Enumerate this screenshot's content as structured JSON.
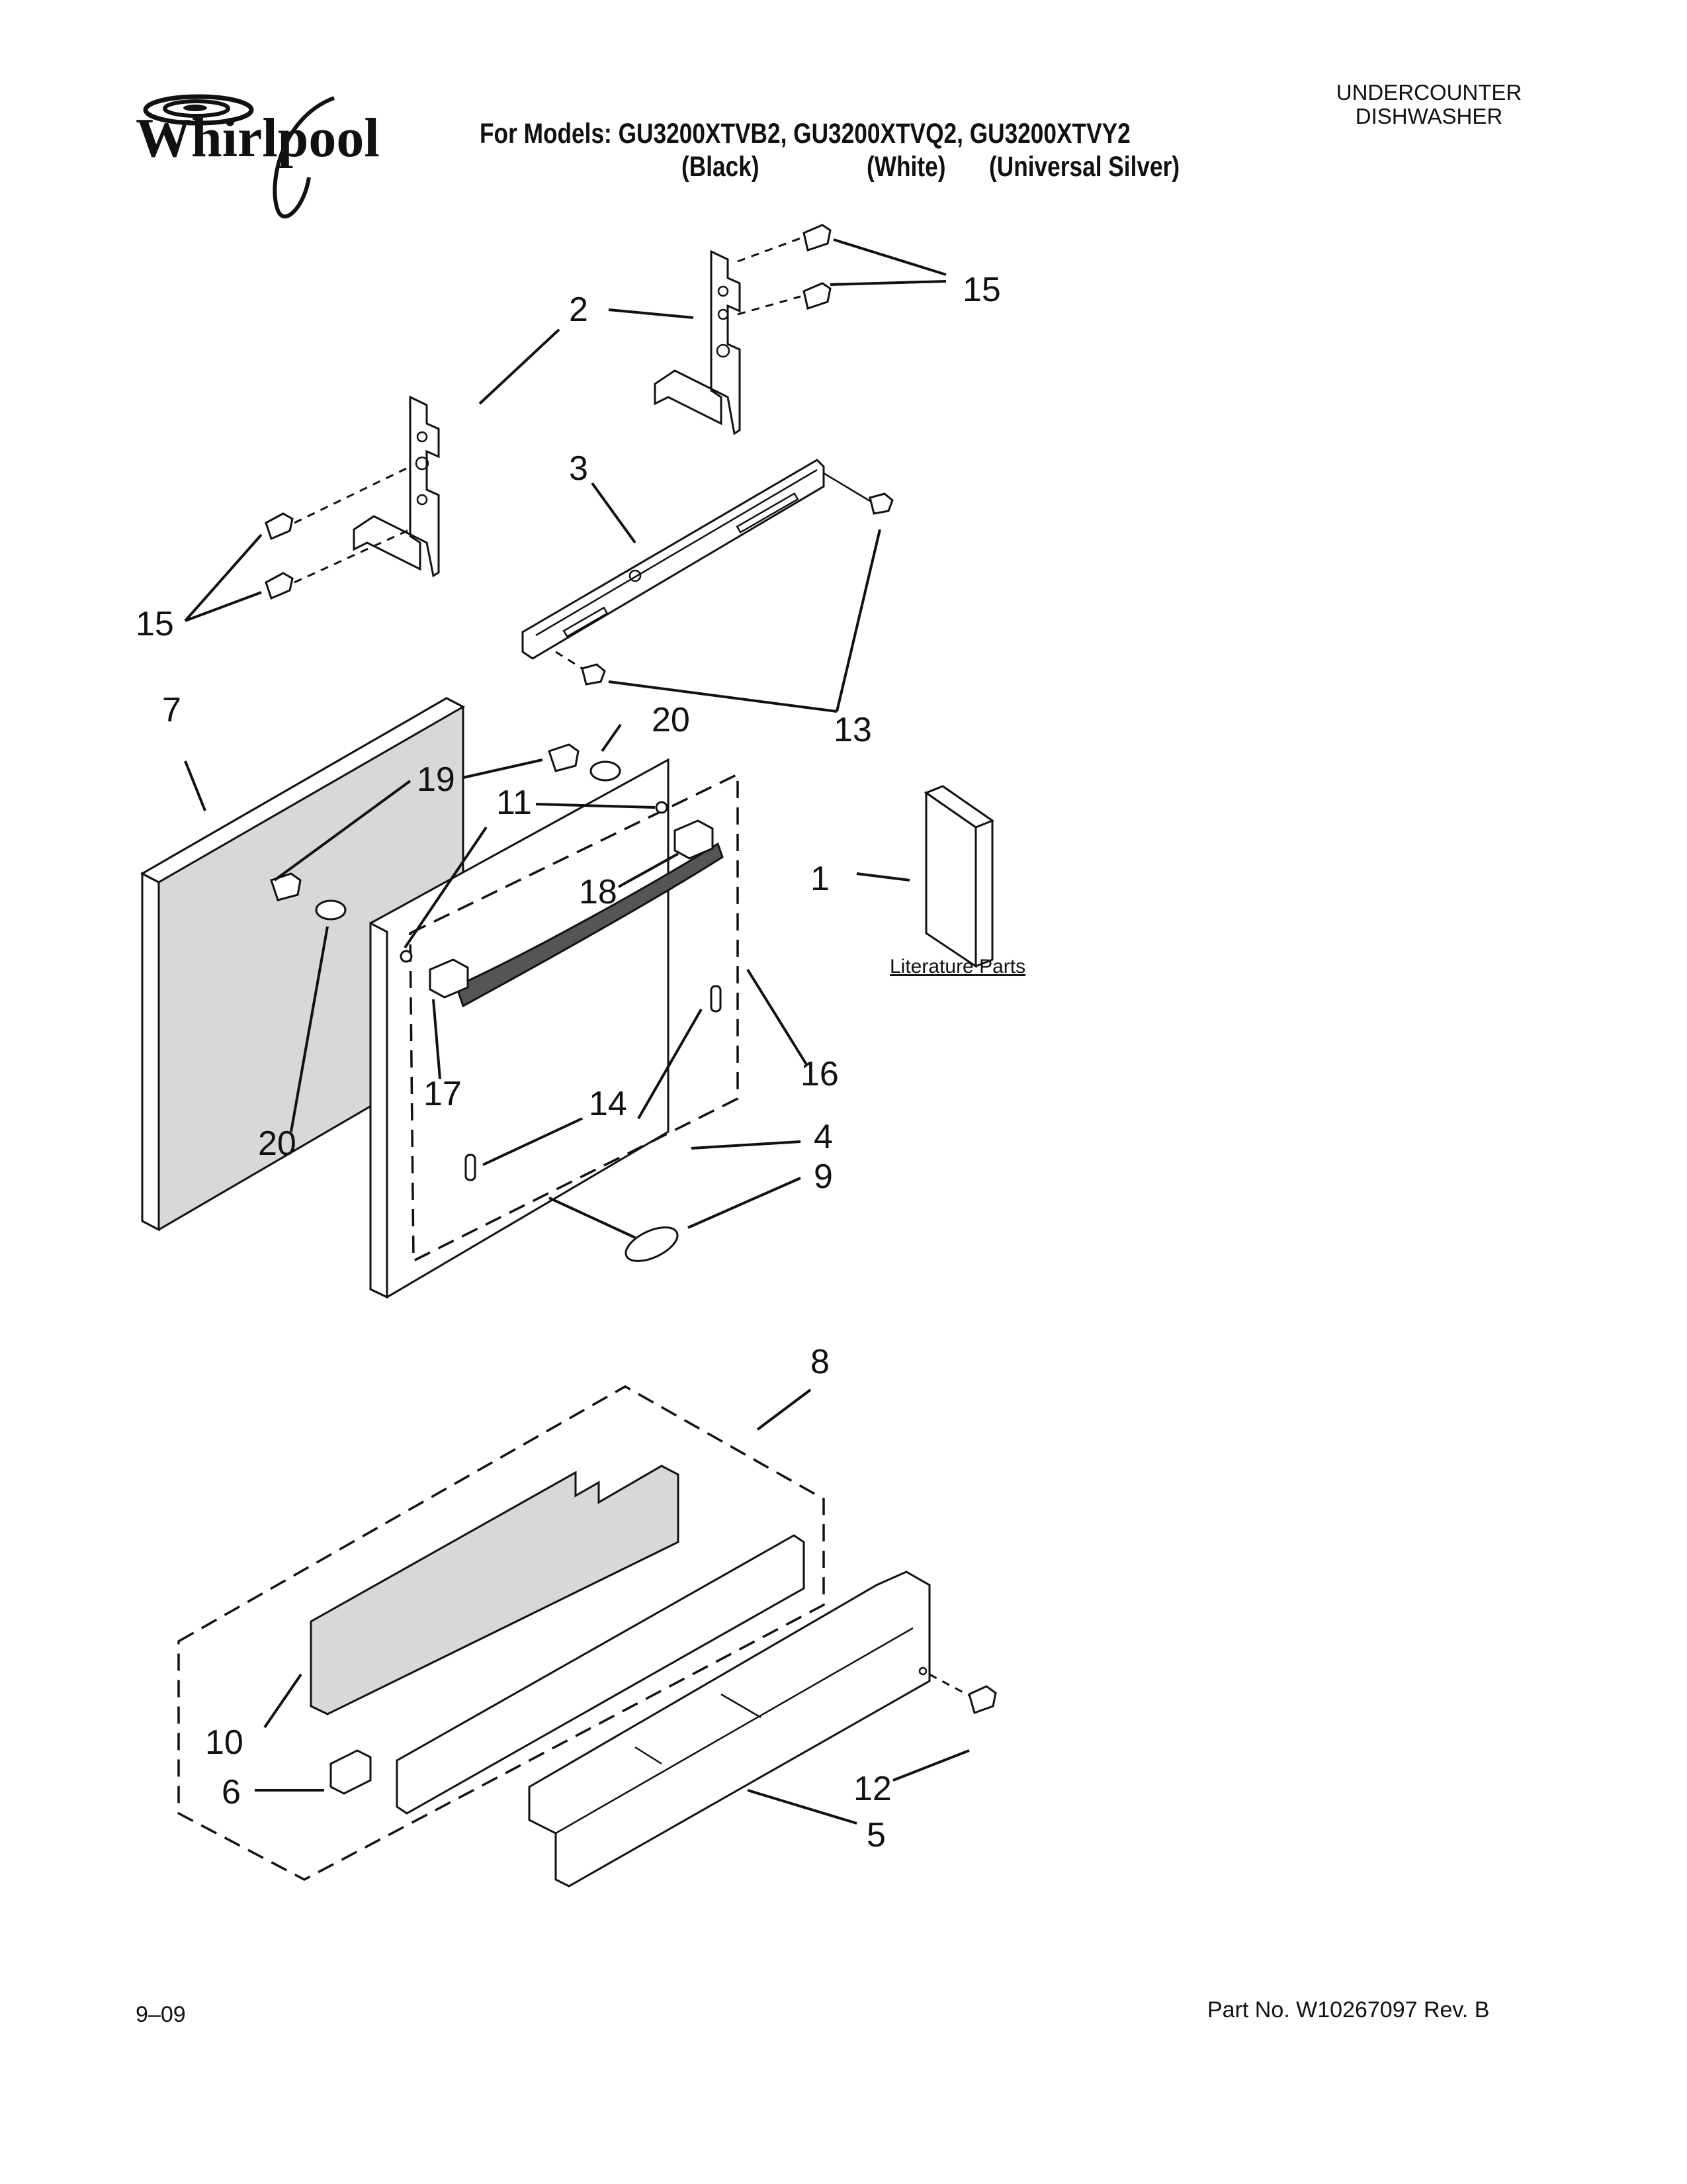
{
  "header": {
    "brand": "Whirlpool",
    "models_line": "For Models: GU3200XTVB2, GU3200XTVQ2, GU3200XTVY2",
    "colors": {
      "black": "(Black)",
      "white": "(White)",
      "silver": "(Universal Silver)"
    },
    "category": {
      "line1": "UNDERCOUNTER",
      "line2": "DISHWASHER"
    }
  },
  "callouts": {
    "c1": "1",
    "c2": "2",
    "c3": "3",
    "c4": "4",
    "c5": "5",
    "c6": "6",
    "c7": "7",
    "c8": "8",
    "c9": "9",
    "c10": "10",
    "c11": "11",
    "c12": "12",
    "c13": "13",
    "c14": "14",
    "c15a": "15",
    "c15b": "15",
    "c16": "16",
    "c17": "17",
    "c18": "18",
    "c19": "19",
    "c20a": "20",
    "c20b": "20"
  },
  "literature_label": "Literature Parts",
  "footer": {
    "date": "9–09",
    "part_no": "Part No. W10267097 Rev. B"
  },
  "colors": {
    "ink": "#111111",
    "panel_fill": "#d8d8d8",
    "background": "#ffffff"
  }
}
